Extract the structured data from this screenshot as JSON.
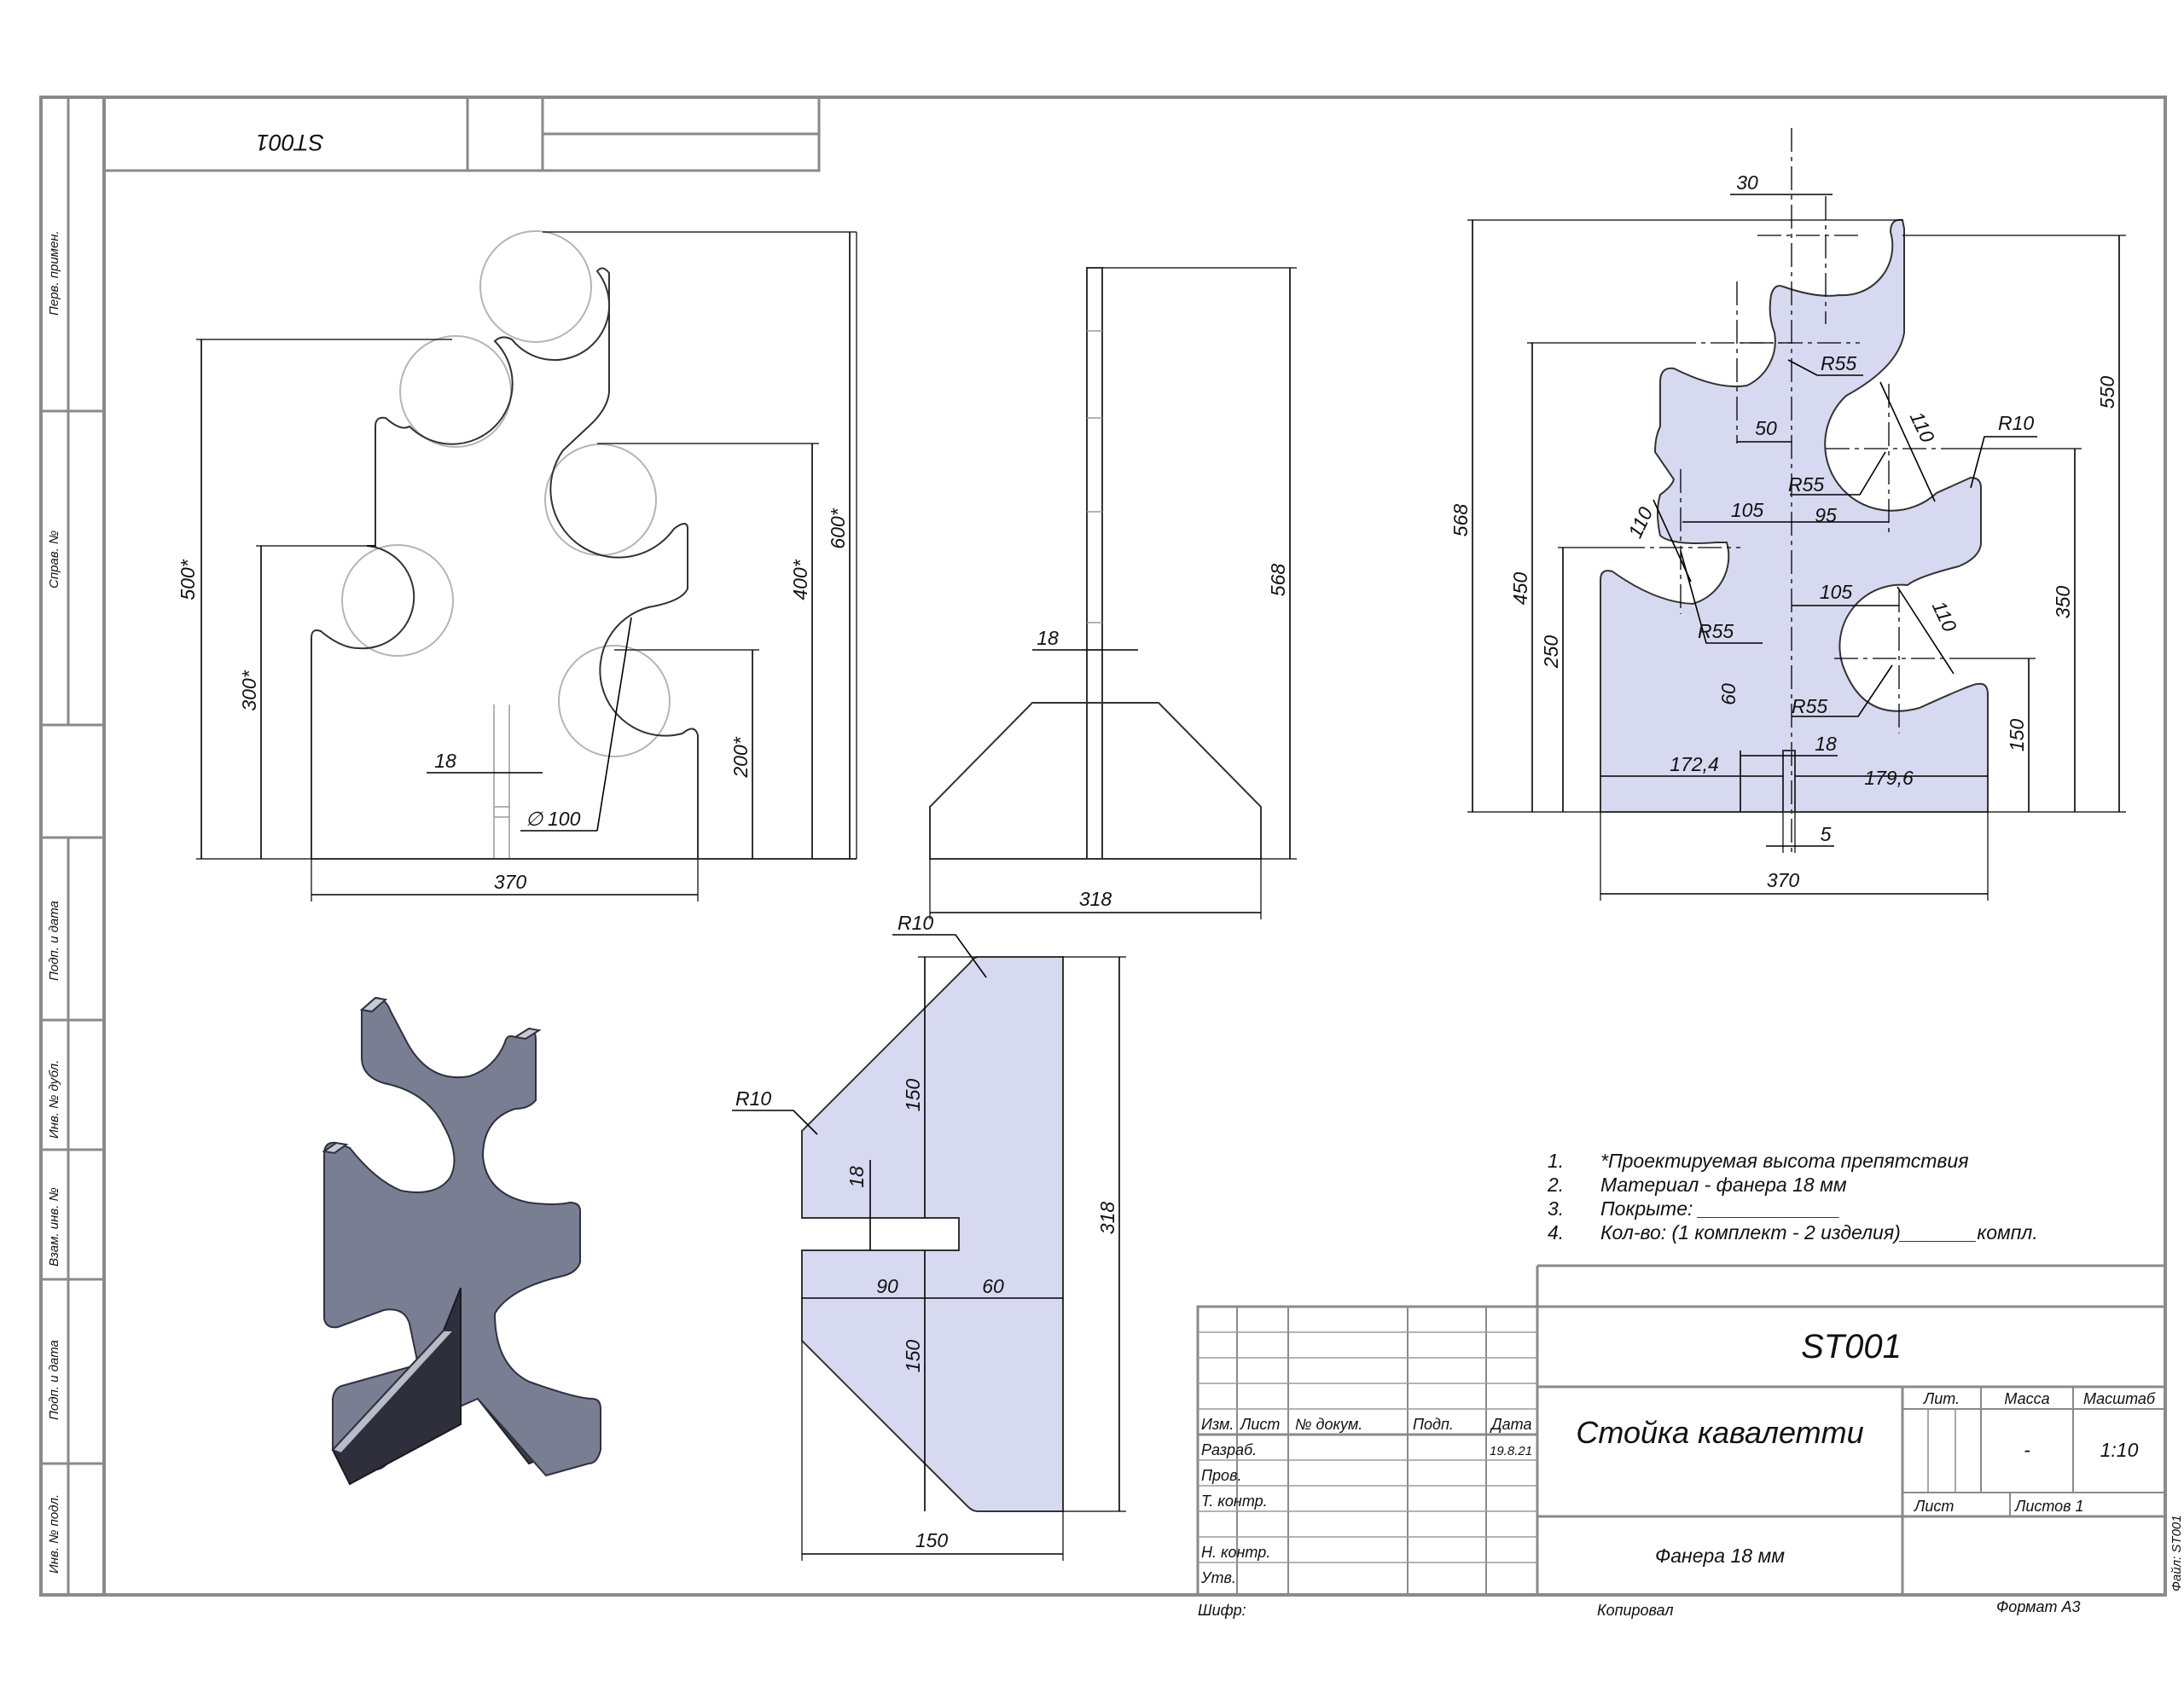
{
  "stamp_top": "ST001",
  "side_stamp": {
    "perv_primen": "Перв. примен.",
    "sprav_no": "Справ. №",
    "podp_i_data_1": "Подп. и дата",
    "inv_no_dubl": "Инв. № дубл.",
    "vzam_inv_no": "Взам. инв. №",
    "podp_i_data_2": "Подп. и дата",
    "inv_no_podl": "Инв. № подл."
  },
  "front_view": {
    "dims": {
      "height_600": "600*",
      "height_500": "500*",
      "height_400": "400*",
      "height_300": "300*",
      "height_200": "200*",
      "width_370": "370",
      "slot_18": "18",
      "diameter_100": "100"
    },
    "diameter_symbol": "∅"
  },
  "side_view": {
    "dims": {
      "height_568": "568",
      "thick_18": "18",
      "width_318": "318"
    }
  },
  "base_view": {
    "dims": {
      "r10_top": "R10",
      "r10_left": "R10",
      "h_150_top": "150",
      "slot_18": "18",
      "w_90": "90",
      "w_60": "60",
      "h_150_bottom": "150",
      "h_318": "318",
      "w_150": "150"
    }
  },
  "main_view": {
    "dims": {
      "w_30": "30",
      "r55_top": "R55",
      "w_50": "50",
      "d110_right": "110",
      "r10": "R10",
      "r55_mid": "R55",
      "w_105_left": "105",
      "w_95": "95",
      "d110_left": "110",
      "r55_left": "R55",
      "w_105_right": "105",
      "d110_low": "110",
      "h_60": "60",
      "r55_low": "R55",
      "slot_18": "18",
      "w_172_4": "172,4",
      "w_179_6": "179,6",
      "w_5": "5",
      "w_370": "370",
      "h_568": "568",
      "h_450": "450",
      "h_250": "250",
      "h_550": "550",
      "h_350": "350",
      "h_150": "150"
    }
  },
  "notes": [
    {
      "num": "1.",
      "text": "*Проектируемая высота препятствия"
    },
    {
      "num": "2.",
      "text": "Материал - фанера 18 мм"
    },
    {
      "num": "3.",
      "text": "Покрыте: _____________"
    },
    {
      "num": "4.",
      "text": "Кол-во: (1 комплект - 2 изделия)_______компл."
    }
  ],
  "title_block": {
    "designation": "ST001",
    "name": "Стойка кавалетти",
    "material": "Фанера 18 мм",
    "headers": {
      "izm": "Изм.",
      "list": "Лист",
      "no_dokum": "№ докум.",
      "podp": "Подп.",
      "data": "Дата",
      "lit": "Лит.",
      "massa": "Масса",
      "masshtab": "Масштаб"
    },
    "rows": {
      "razrab": "Разраб.",
      "prov": "Пров.",
      "t_kontr": "Т. контр.",
      "n_kontr": "Н. контр.",
      "utv": "Утв."
    },
    "date": "19.8.21",
    "mass_value": "-",
    "scale_value": "1:10",
    "sheet_label": "Лист",
    "sheets_label": "Листов 1",
    "shifr": "Шифр:",
    "kopiroval": "Копировал",
    "format": "Формат A3",
    "file": "Файл: ST001"
  }
}
